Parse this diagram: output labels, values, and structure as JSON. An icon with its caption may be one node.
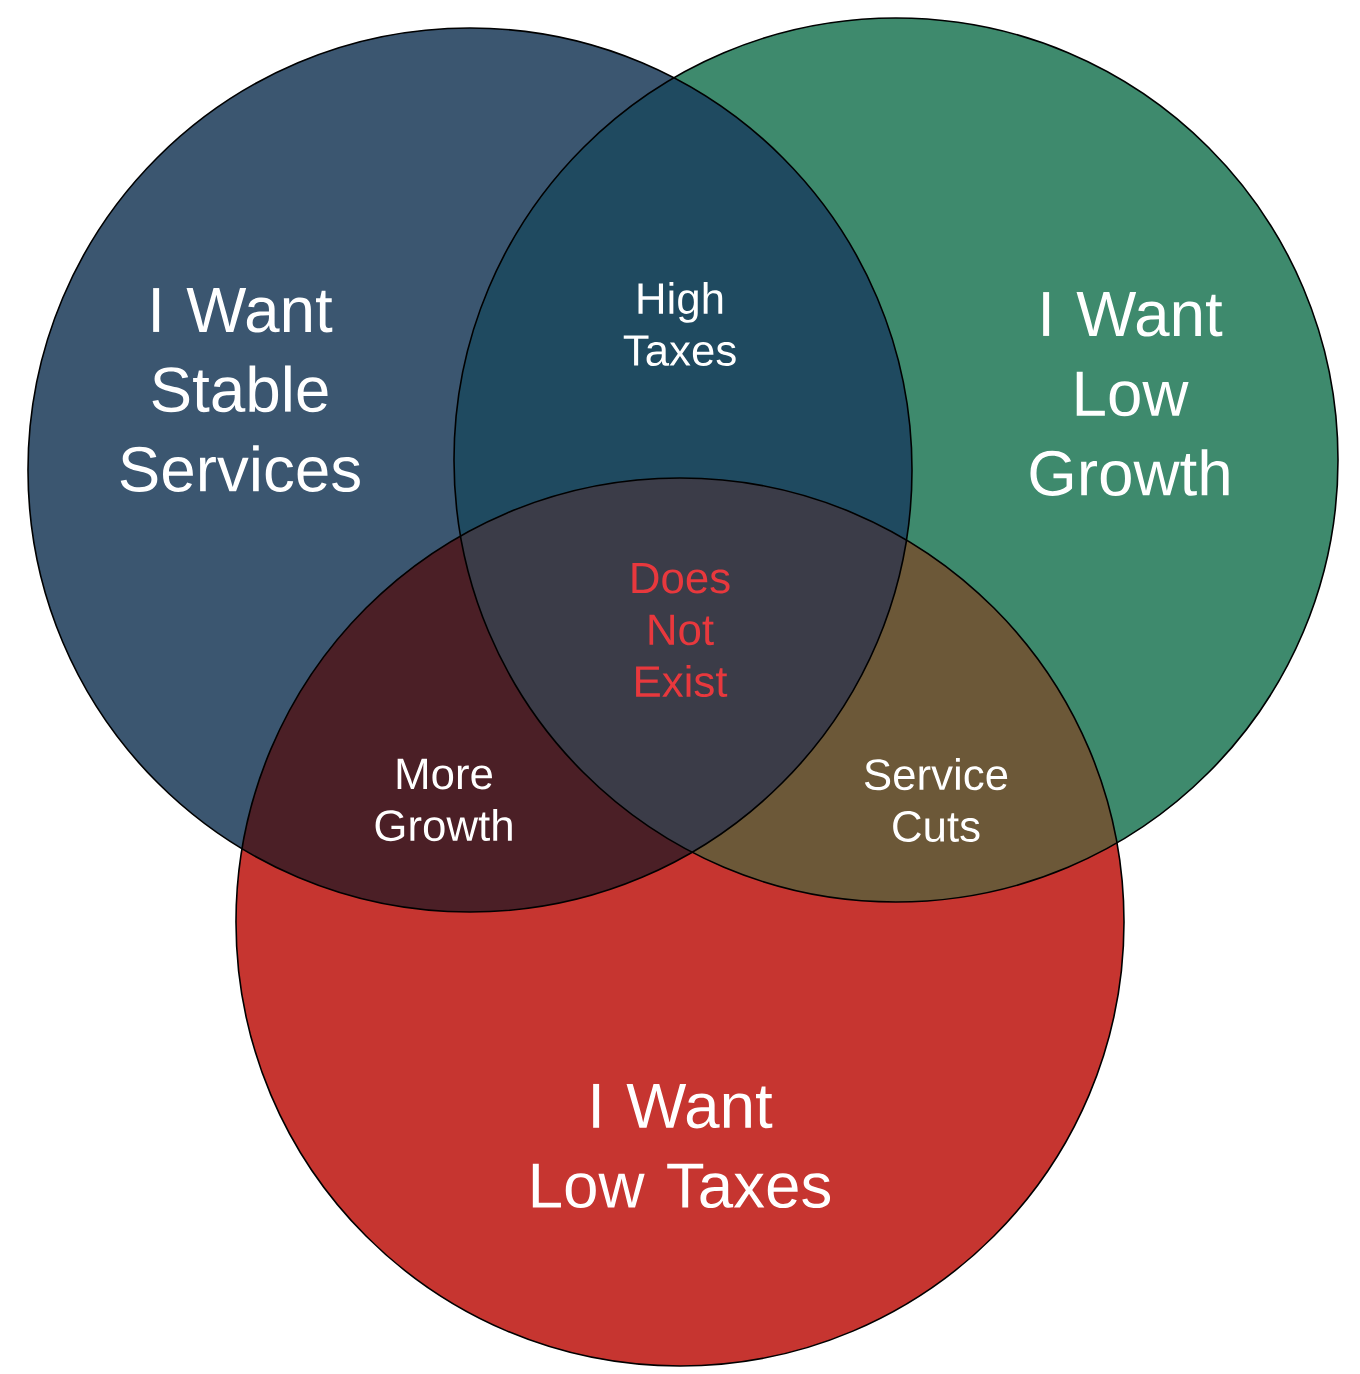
{
  "diagram": {
    "nodes": [
      {
        "text": [
          "I Want Stable Services"
        ]
      },
      {
        "text": [
          "I Want Low Growth"
        ]
      },
      {
        "text": [
          "I Want Low Taxes"
        ]
      }
    ],
    "labels": [
      "High Taxes",
      "Does Not Exist",
      "More Growth",
      "Service Cuts"
    ]
  }
}
